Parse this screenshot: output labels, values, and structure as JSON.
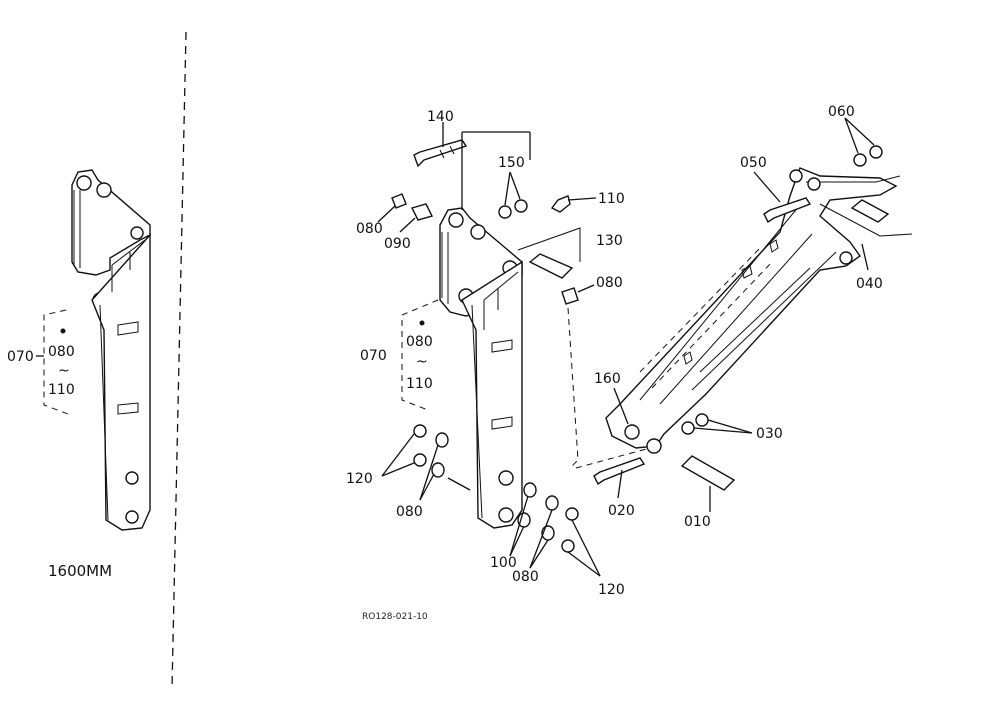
{
  "diagram": {
    "callouts": {
      "p140": "140",
      "p150": "150",
      "p110_top": "110",
      "p080_a": "080",
      "p090": "090",
      "p130": "130",
      "p080_b": "080",
      "p070_mid": "070",
      "p080_mid": "080",
      "tilde_mid": "~",
      "p110_mid": "110",
      "p120_left": "120",
      "p080_c": "080",
      "p100": "100",
      "p080_d": "080",
      "p120_right": "120",
      "p160": "160",
      "p020": "020",
      "p010": "010",
      "p030": "030",
      "p050": "050",
      "p060": "060",
      "p040": "040",
      "p070_left": "070",
      "p080_left": "080",
      "tilde_left": "~",
      "p110_left": "110"
    },
    "arm_length": "1600MM",
    "drawing_code": "RO128-021-10"
  }
}
